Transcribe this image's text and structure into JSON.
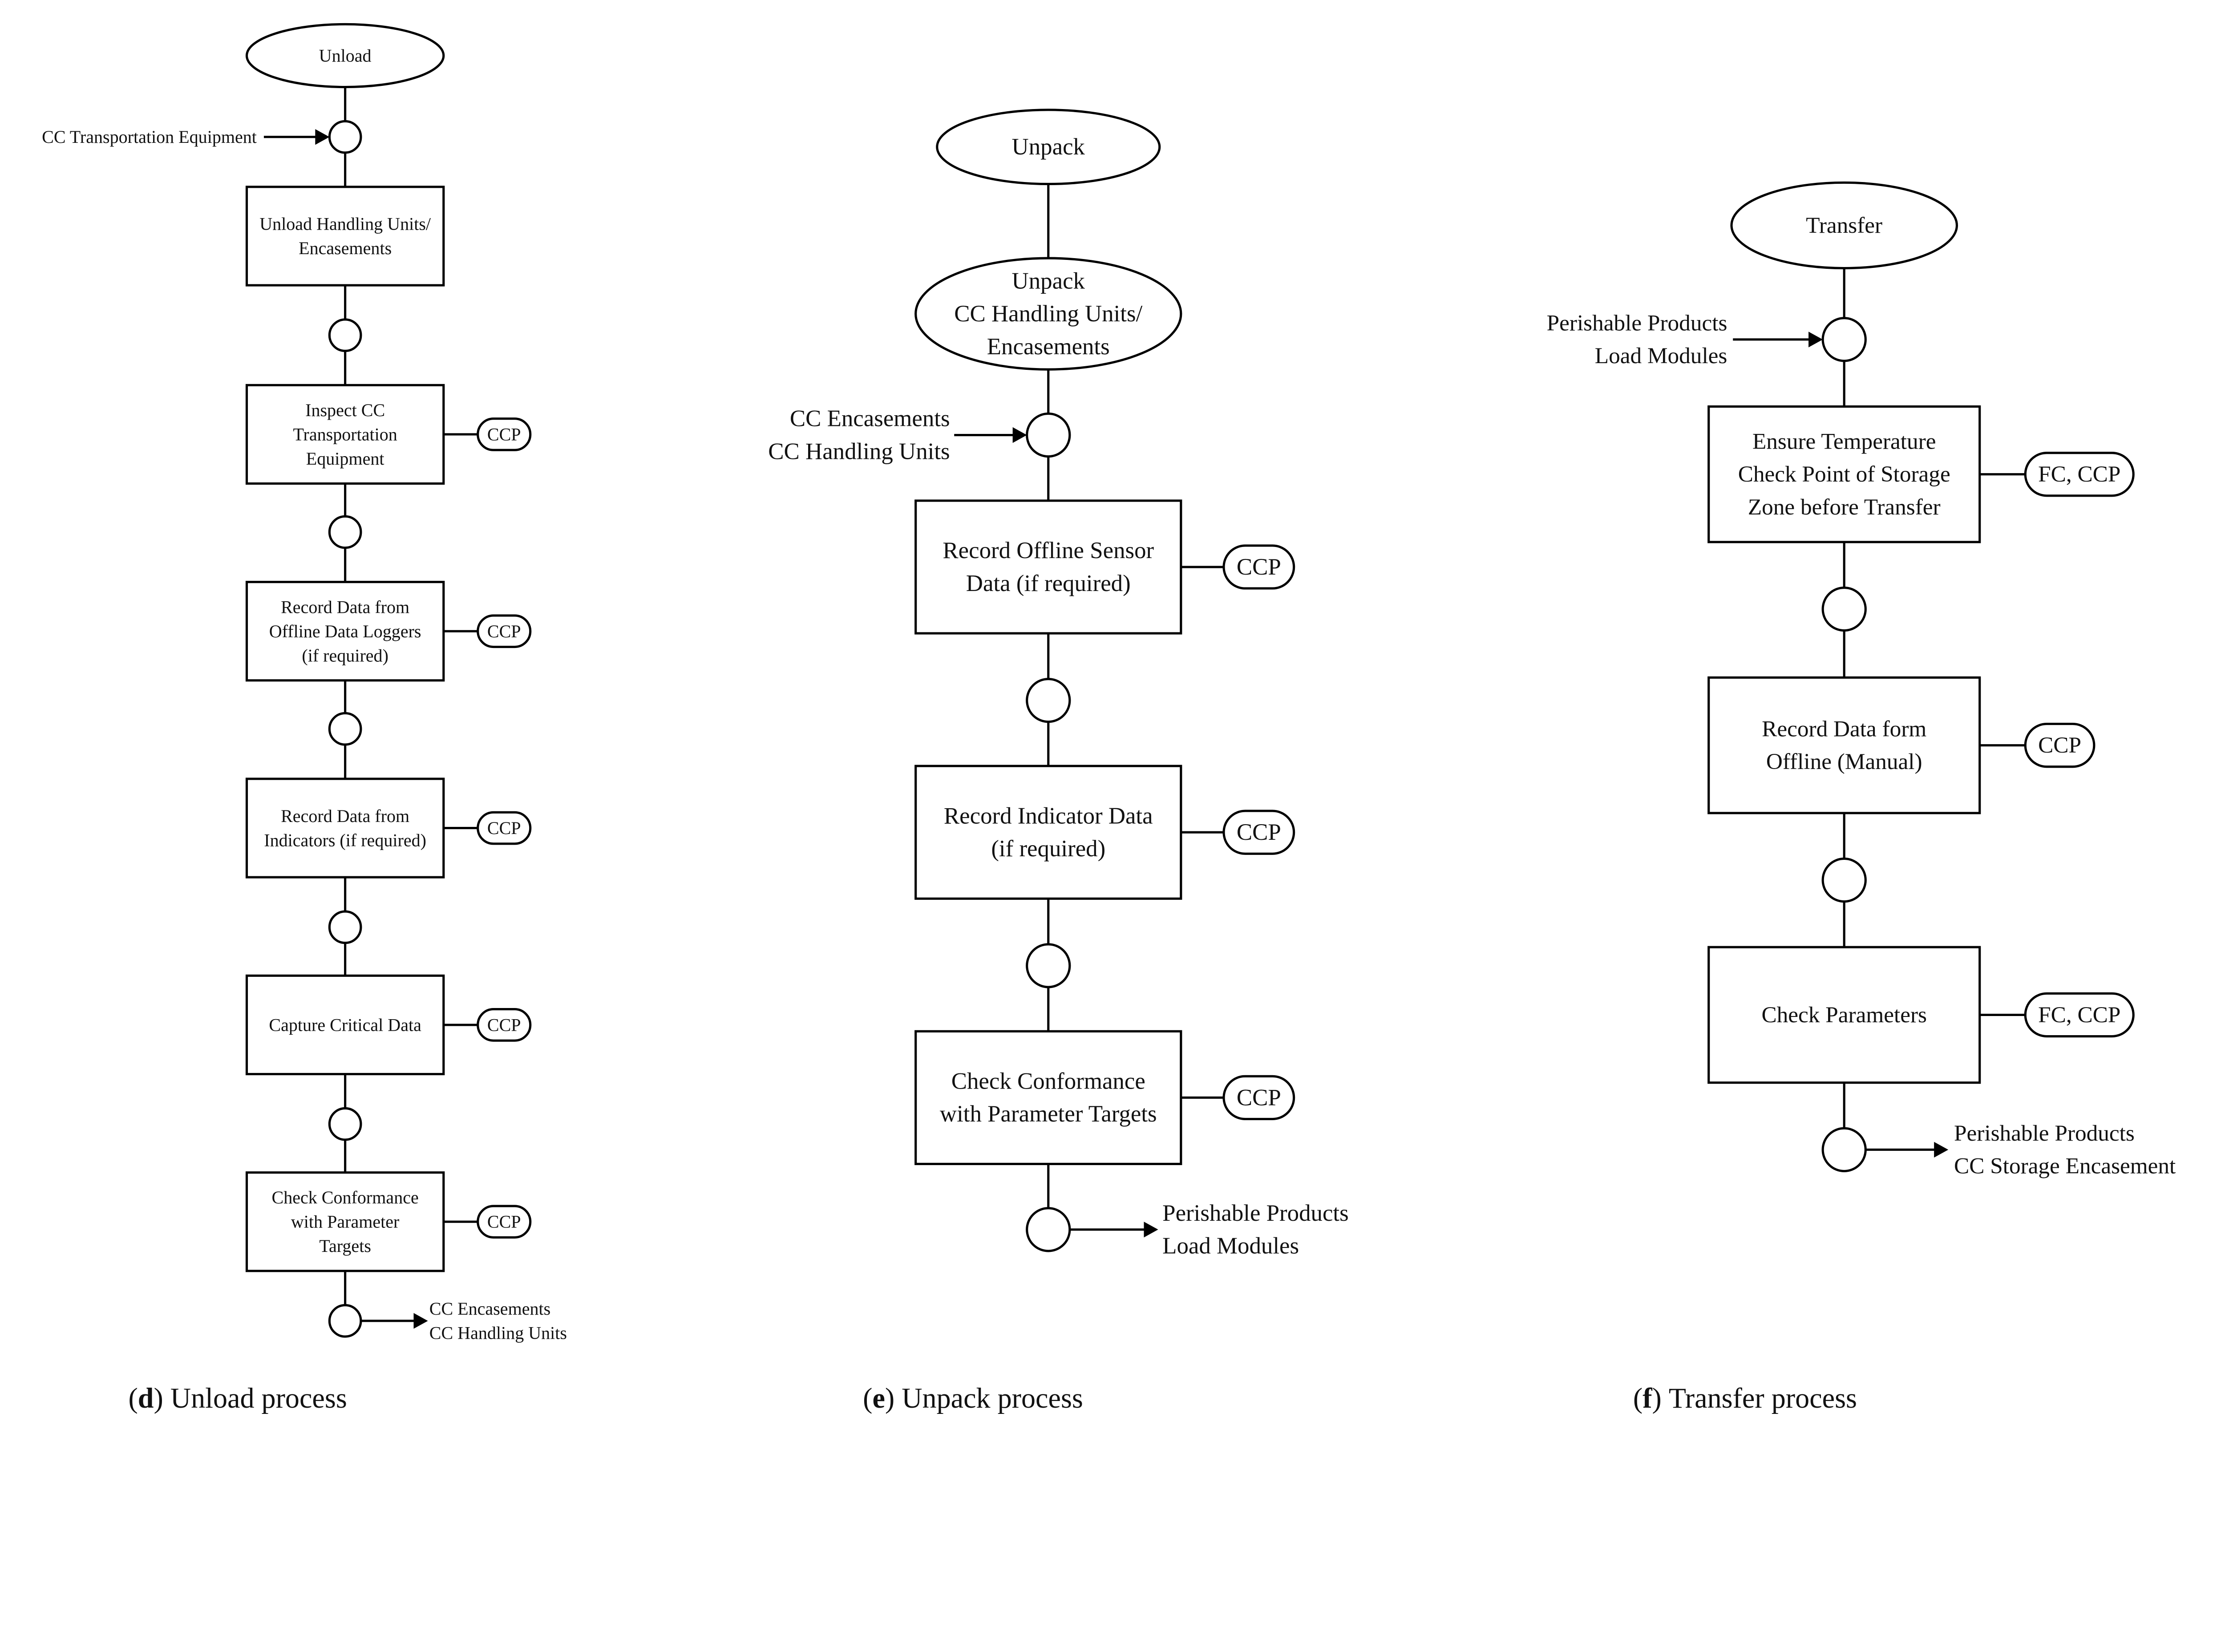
{
  "panels": [
    {
      "id": "d",
      "start": [
        "Unload"
      ],
      "input": [
        "CC Transportation Equipment"
      ],
      "steps": [
        {
          "lines": [
            "Unload Handling Units/",
            "Encasements"
          ],
          "tag": ""
        },
        {
          "lines": [
            "Inspect CC",
            "Transportation",
            "Equipment"
          ],
          "tag": "CCP"
        },
        {
          "lines": [
            "Record Data from",
            "Offline Data Loggers",
            "(if required)"
          ],
          "tag": "CCP"
        },
        {
          "lines": [
            "Record Data from",
            "Indicators (if required)"
          ],
          "tag": "CCP"
        },
        {
          "lines": [
            "Capture Critical Data"
          ],
          "tag": "CCP"
        },
        {
          "lines": [
            "Check Conformance",
            "with Parameter",
            "Targets"
          ],
          "tag": "CCP"
        }
      ],
      "output": [
        "CC Encasements",
        "CC Handling Units"
      ],
      "caption": {
        "letter": "d",
        "text": "Unload process"
      }
    },
    {
      "id": "e",
      "start": [
        "Unpack"
      ],
      "second": [
        "Unpack",
        "CC Handling Units/",
        "Encasements"
      ],
      "input": [
        "CC Encasements",
        "CC Handling Units"
      ],
      "steps": [
        {
          "lines": [
            "Record Offline Sensor",
            "Data (if required)"
          ],
          "tag": "CCP"
        },
        {
          "lines": [
            "Record Indicator Data",
            "(if required)"
          ],
          "tag": "CCP"
        },
        {
          "lines": [
            "Check Conformance",
            "with Parameter Targets"
          ],
          "tag": "CCP"
        }
      ],
      "output": [
        "Perishable Products",
        "Load Modules"
      ],
      "caption": {
        "letter": "e",
        "text": "Unpack process"
      }
    },
    {
      "id": "f",
      "start": [
        "Transfer"
      ],
      "input": [
        "Perishable Products",
        "Load Modules"
      ],
      "steps": [
        {
          "lines": [
            "Ensure Temperature",
            "Check Point of Storage",
            "Zone before Transfer"
          ],
          "tag": "FC, CCP"
        },
        {
          "lines": [
            "Record Data form",
            "Offline (Manual)"
          ],
          "tag": "CCP"
        },
        {
          "lines": [
            "Check Parameters"
          ],
          "tag": "FC, CCP"
        }
      ],
      "output": [
        "Perishable Products",
        "CC Storage Encasement"
      ],
      "caption": {
        "letter": "f",
        "text": "Transfer process"
      }
    }
  ]
}
